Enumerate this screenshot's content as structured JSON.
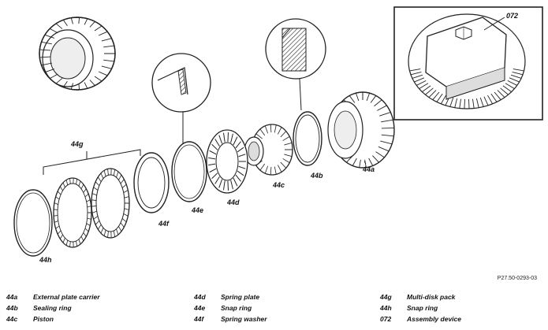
{
  "callouts": {
    "label_44a": "44a",
    "label_44b": "44b",
    "label_44c": "44c",
    "label_44d": "44d",
    "label_44e": "44e",
    "label_44f": "44f",
    "label_44g": "44g",
    "label_44h": "44h",
    "label_072": "072"
  },
  "reference_code": "P27.50-0293-03",
  "legend": [
    {
      "code": "44a",
      "text": "External plate carrier"
    },
    {
      "code": "44b",
      "text": "Sealing ring"
    },
    {
      "code": "44c",
      "text": "Piston"
    },
    {
      "code": "44d",
      "text": "Spring plate"
    },
    {
      "code": "44e",
      "text": "Snap ring"
    },
    {
      "code": "44f",
      "text": "Spring washer"
    },
    {
      "code": "44g",
      "text": "Multi-disk pack"
    },
    {
      "code": "44h",
      "text": "Snap ring"
    },
    {
      "code": "072",
      "text": "Assembly device"
    }
  ]
}
